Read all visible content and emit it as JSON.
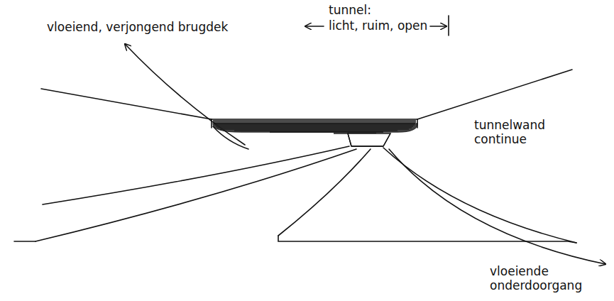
{
  "diagram": {
    "labels": [
      "tunnel:",
      "licht, ruim, open",
      "vloeiend, verjongend brugdek",
      "tunnelwand continue",
      "vloeiende onderdoorgang"
    ]
  }
}
